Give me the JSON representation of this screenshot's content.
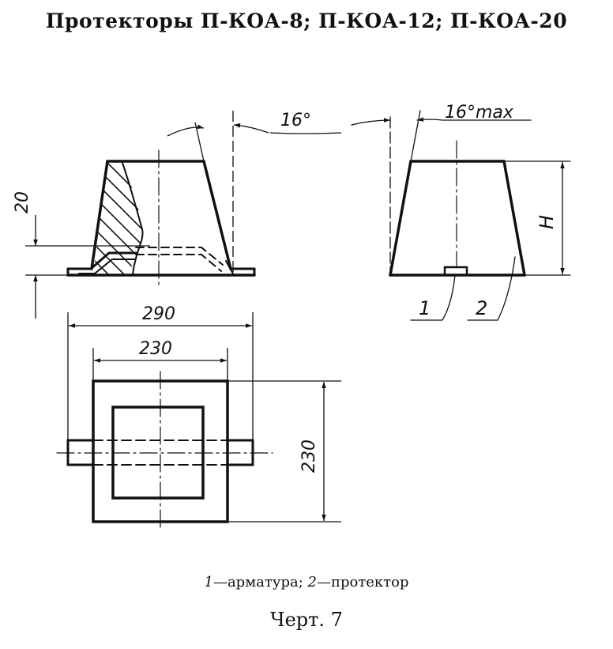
{
  "title": "Протекторы П-КОА-8; П-КОА-12; П-КОА-20",
  "dimensions": {
    "angle_left": "16°",
    "angle_right": "16°max",
    "height_left": "20",
    "height_right": "H",
    "width_outer": "290",
    "width_inner": "230",
    "depth": "230"
  },
  "callouts": {
    "item1": "1",
    "item2": "2"
  },
  "legend": {
    "num1": "1",
    "text1": "—арматура; ",
    "num2": "2",
    "text2": "—протектор"
  },
  "figure_label": "Черт. 7"
}
